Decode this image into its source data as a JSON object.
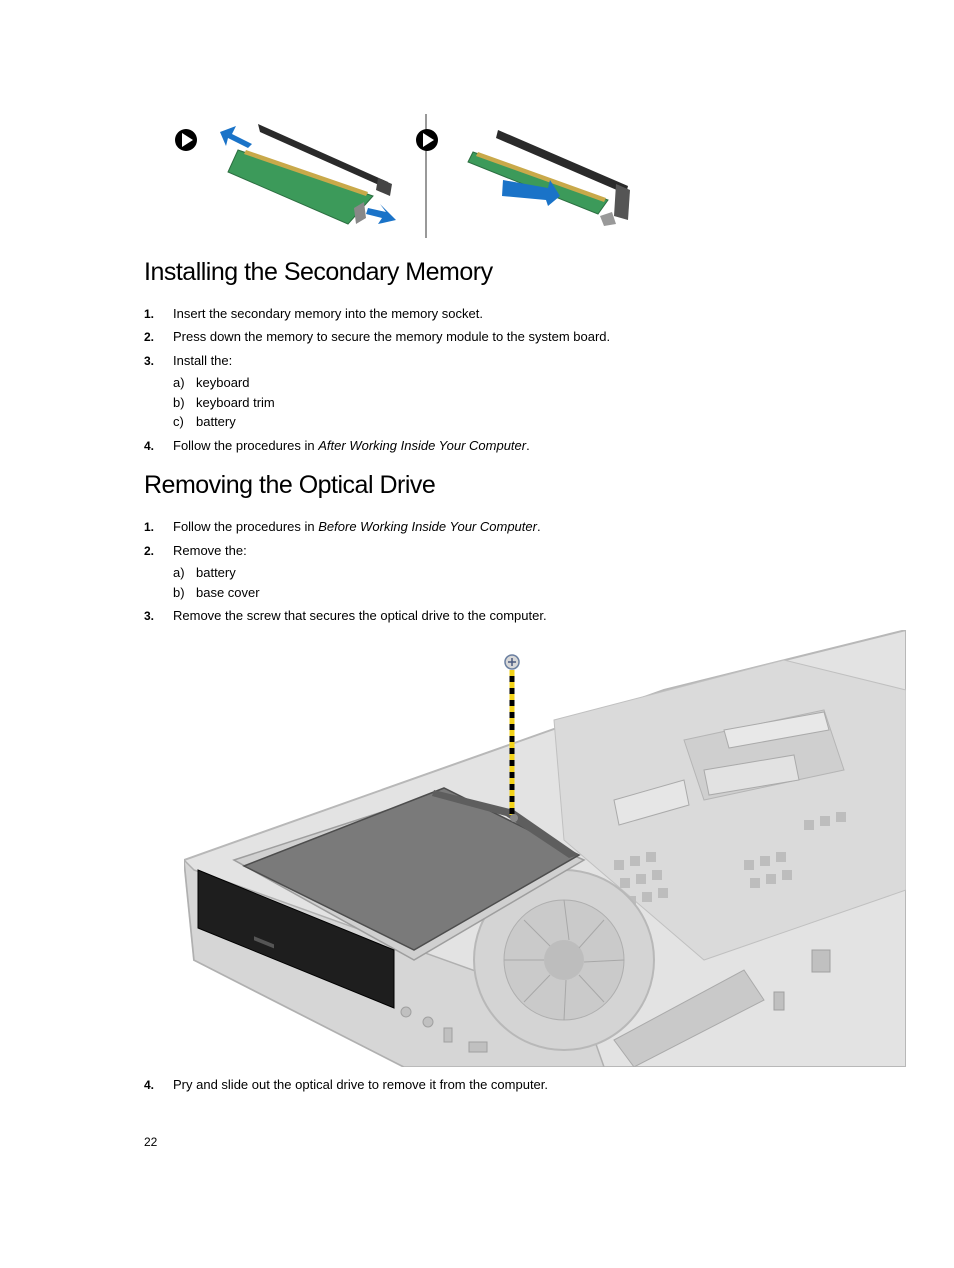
{
  "section1": {
    "title": "Installing the Secondary Memory",
    "steps": [
      {
        "num": "1.",
        "text": "Insert the secondary memory into the memory socket."
      },
      {
        "num": "2.",
        "text": "Press down the memory to secure the memory module to the system board."
      },
      {
        "num": "3.",
        "text": "Install the:"
      },
      {
        "num": "4.",
        "text_before": "Follow the procedures in ",
        "text_italic": "After Working Inside Your Computer",
        "text_after": "."
      }
    ],
    "sub_items": [
      {
        "letter": "a)",
        "text": "keyboard"
      },
      {
        "letter": "b)",
        "text": "keyboard trim"
      },
      {
        "letter": "c)",
        "text": "battery"
      }
    ]
  },
  "section2": {
    "title": "Removing the Optical Drive",
    "steps": [
      {
        "num": "1.",
        "text_before": "Follow the procedures in ",
        "text_italic": "Before Working Inside Your Computer",
        "text_after": "."
      },
      {
        "num": "2.",
        "text": "Remove the:"
      },
      {
        "num": "3.",
        "text": "Remove the screw that secures the optical drive to the computer."
      },
      {
        "num": "4.",
        "text": "Pry and slide out the optical drive to remove it from the computer."
      }
    ],
    "sub_items": [
      {
        "letter": "a)",
        "text": "battery"
      },
      {
        "letter": "b)",
        "text": "base cover"
      }
    ]
  },
  "figures": {
    "top_figure_icon": "play-arrow-icon",
    "accent_blue": "#1a73c8",
    "pcb_green": "#3c9a5a"
  },
  "footer": {
    "page_number": "22"
  }
}
